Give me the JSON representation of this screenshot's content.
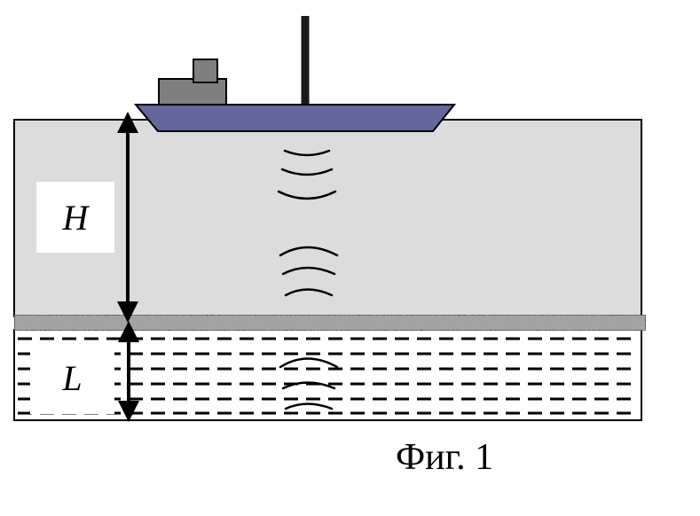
{
  "labels": {
    "depth_h": "H",
    "thickness_l": "L"
  },
  "caption": "Фиг. 1",
  "colors": {
    "water": "#dcdcdc",
    "hull": "#65669b",
    "cabin": "#7f7f7f",
    "mast": "#1a1a1a",
    "seabed": "#9a9a9a",
    "sediment": "#ffffff",
    "outline": "#000000"
  }
}
